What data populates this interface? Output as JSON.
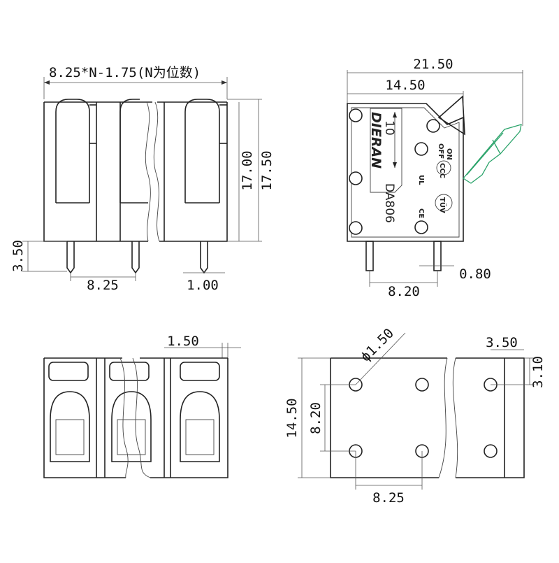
{
  "front_view": {
    "width_formula": "8.25*N-1.75(N为位数)",
    "height_inner": "17.00",
    "height_outer": "17.50",
    "pin_length": "3.50",
    "pitch": "8.25",
    "pin_width": "1.00"
  },
  "side_view": {
    "total_width": "21.50",
    "body_width": "14.50",
    "pin_spacing": "8.20",
    "pin_thickness": "0.80",
    "brand": "DIERAN",
    "model": "DA806",
    "current": "10",
    "on_label": "ON",
    "off_label": "OFF",
    "cert_marks": [
      "CCC",
      "TÜV",
      "CE",
      "UL"
    ]
  },
  "bottom_view": {
    "offset": "1.50"
  },
  "top_view": {
    "hole_diameter": "ϕ1.50",
    "edge_offset_x": "3.50",
    "edge_offset_y": "3.10",
    "depth": "14.50",
    "row_spacing": "8.20",
    "pitch": "8.25"
  }
}
